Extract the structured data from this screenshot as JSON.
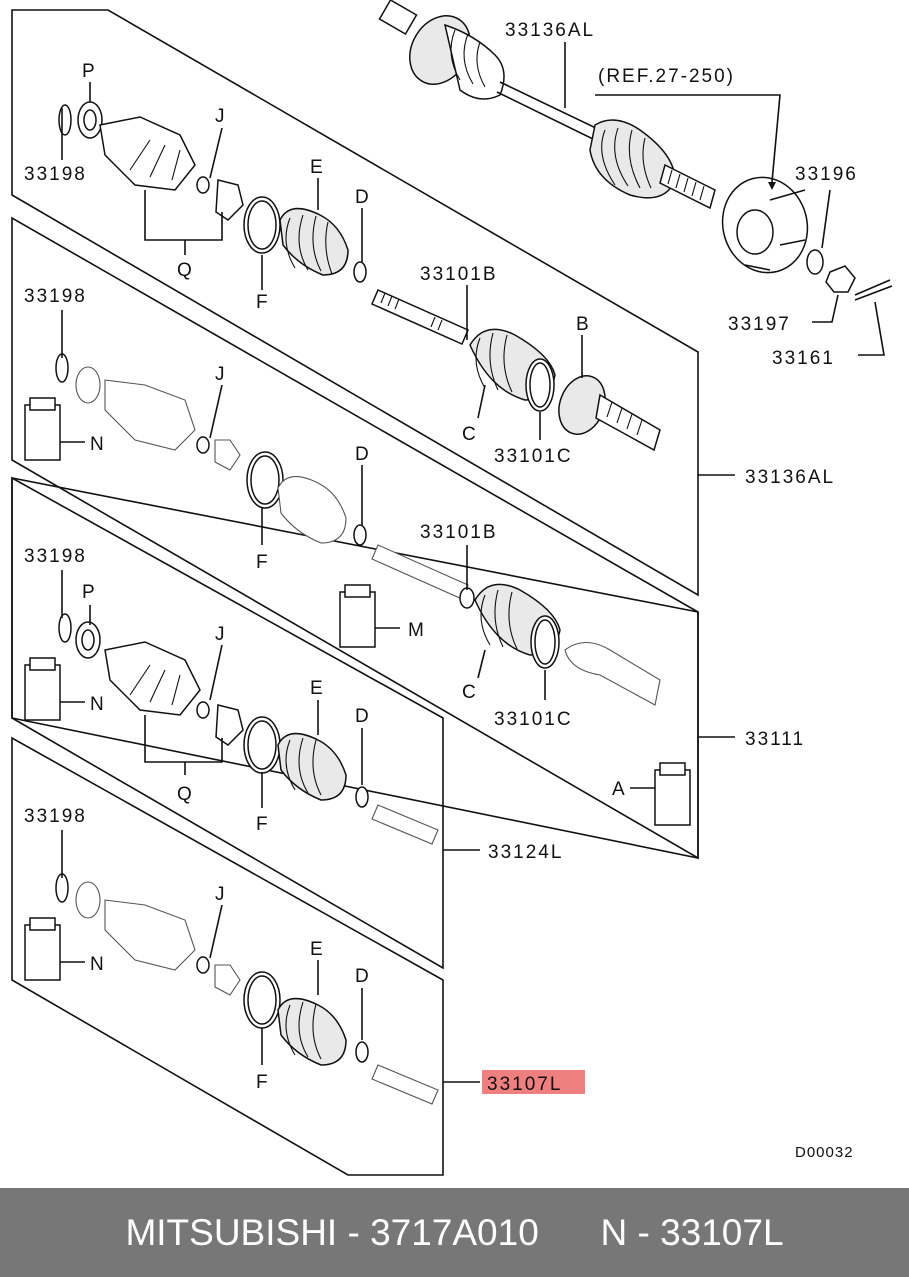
{
  "diagram": {
    "assemblies": {
      "top": "33136AL",
      "upper": "33136AL",
      "middle": "33111",
      "lower_mid": "33124L",
      "bottom": "33107L"
    },
    "highlighted_part": "33107L",
    "highlight_color": "#f08080",
    "reference": "(REF.27-250)",
    "diagram_code": "D00032",
    "callouts": {
      "ring": "33198",
      "washer": "33196",
      "nut": "33197",
      "cotter_pin": "33161",
      "boot_band_large": "33101C",
      "boot_band_small": "33101B",
      "P": "P",
      "J": "J",
      "E": "E",
      "D": "D",
      "F": "F",
      "Q": "Q",
      "B": "B",
      "C": "C",
      "N": "N",
      "M": "M",
      "A": "A"
    }
  },
  "footer": {
    "brand": "MITSUBISHI",
    "part_number": "3717A010",
    "ref_number": "N - 33107L",
    "background": "#777777",
    "text": "MITSUBISHI - 3717A010      N - 33107L"
  }
}
